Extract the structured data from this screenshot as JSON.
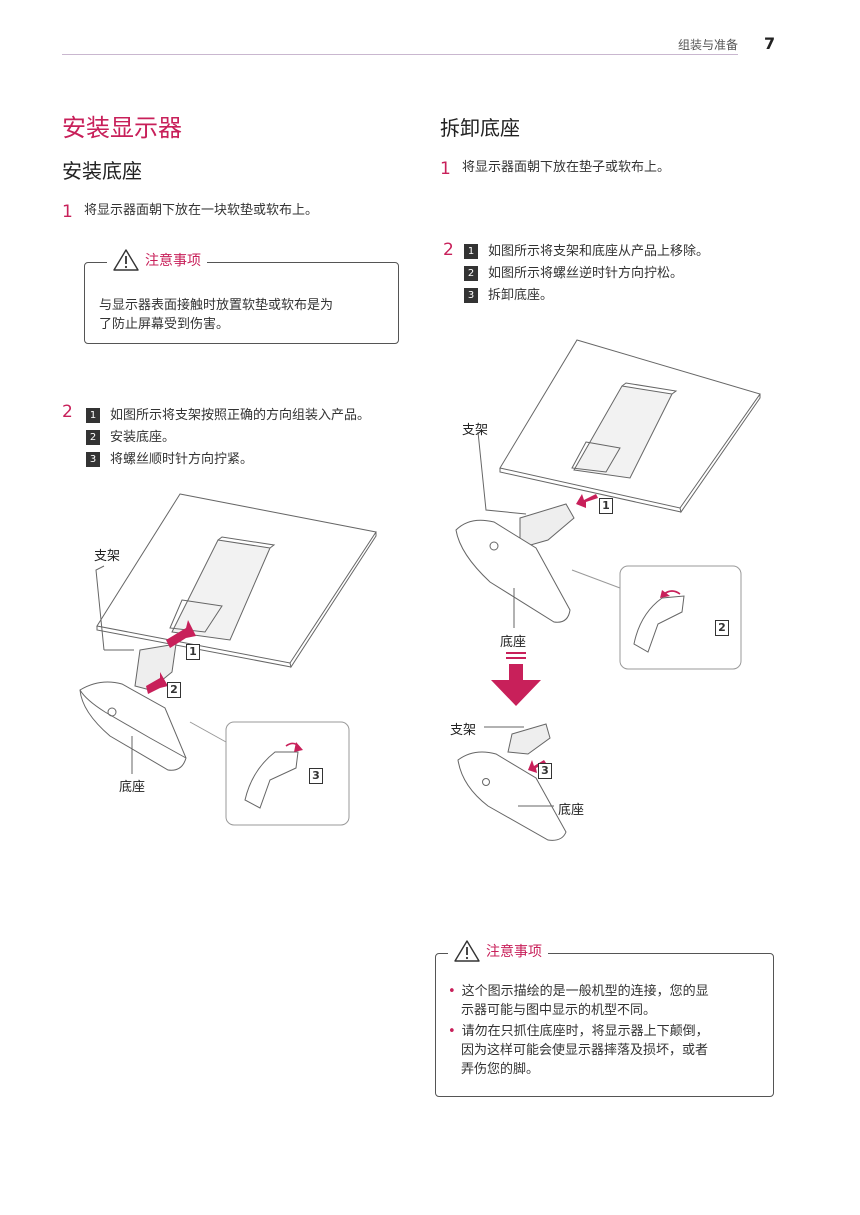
{
  "header": {
    "section": "组装与准备",
    "page": "7"
  },
  "left": {
    "title": "安装显示器",
    "subtitle": "安装底座",
    "step1": {
      "num": "1",
      "text": "将显示器面朝下放在一块软垫或软布上。"
    },
    "caution": {
      "label": "注意事项",
      "lines": [
        "与显示器表面接触时放置软垫或软布是为",
        "了防止屏幕受到伤害。"
      ]
    },
    "step2": {
      "num": "2",
      "items": [
        {
          "badge": "1",
          "text": "如图所示将支架按照正确的方向组装入产品。"
        },
        {
          "badge": "2",
          "text": "安装底座。"
        },
        {
          "badge": "3",
          "text": "将螺丝顺时针方向拧紧。"
        }
      ]
    },
    "figure": {
      "stand_label": "支架",
      "base_label": "底座",
      "badges": [
        "1",
        "2",
        "3"
      ]
    }
  },
  "right": {
    "subtitle": "拆卸底座",
    "step1": {
      "num": "1",
      "text": "将显示器面朝下放在垫子或软布上。"
    },
    "step2": {
      "num": "2",
      "items": [
        {
          "badge": "1",
          "text": "如图所示将支架和底座从产品上移除。"
        },
        {
          "badge": "2",
          "text": "如图所示将螺丝逆时针方向拧松。"
        },
        {
          "badge": "3",
          "text": "拆卸底座。"
        }
      ]
    },
    "figure": {
      "stand_label": "支架",
      "base_label": "底座",
      "stand_label2": "支架",
      "base_label2": "底座",
      "badges": [
        "1",
        "2",
        "3"
      ]
    },
    "caution": {
      "label": "注意事项",
      "bullets": [
        [
          "这个图示描绘的是一般机型的连接，您的显",
          "示器可能与图中显示的机型不同。"
        ],
        [
          "请勿在只抓住底座时，将显示器上下颠倒，",
          "因为这样可能会使显示器摔落及损坏，或者",
          "弄伤您的脚。"
        ]
      ]
    }
  },
  "colors": {
    "accent": "#c8205a",
    "header_rule": "#c9b7cf",
    "text": "#333333"
  }
}
